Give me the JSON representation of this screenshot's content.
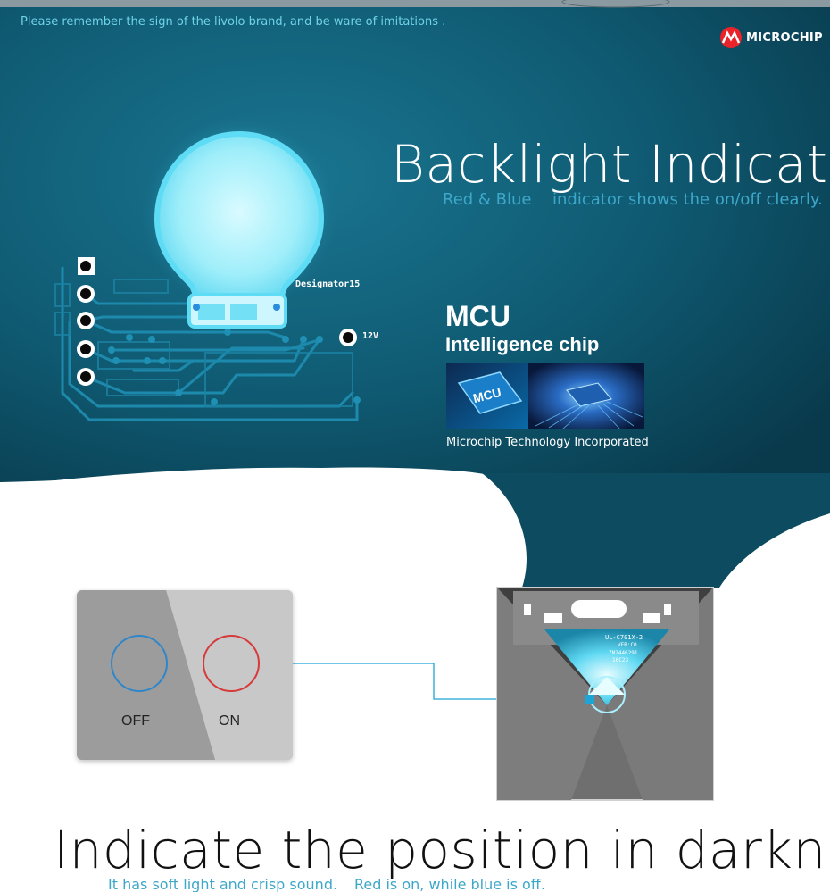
{
  "header": {
    "notice": "Please remember the sign of the livolo brand, and be ware of imitations .",
    "brand_logo_text": "MICROCHIP"
  },
  "backlight": {
    "title": "Backlight Indicator",
    "subtitle_part1": "Red & Blue",
    "subtitle_part2": "indicator shows the on/off clearly."
  },
  "pcb": {
    "designator_label": "Designator15",
    "voltage_label": "12V"
  },
  "mcu": {
    "title": "MCU",
    "subtitle": "Intelligence chip",
    "chip_text": "MCU",
    "caption": "Microchip Technology Incorporated"
  },
  "switch_panel": {
    "off_label": "OFF",
    "on_label": "ON",
    "off_ring_color": "#2f86c9",
    "on_ring_color": "#d63a3a"
  },
  "module": {
    "board_text_1": "UL-C701X-2",
    "board_text_2": "VER:C0",
    "board_text_3": "ZN2446291",
    "board_text_4": "16C23"
  },
  "footer": {
    "title": "Indicate the position in darkness",
    "subtitle_part1": "It has soft light and crisp sound.",
    "subtitle_part2": "Red is on, while blue is off."
  },
  "colors": {
    "accent_blue": "#3da7c9",
    "dark_bg": "#0d4d62",
    "glow": "#bff5ff"
  }
}
